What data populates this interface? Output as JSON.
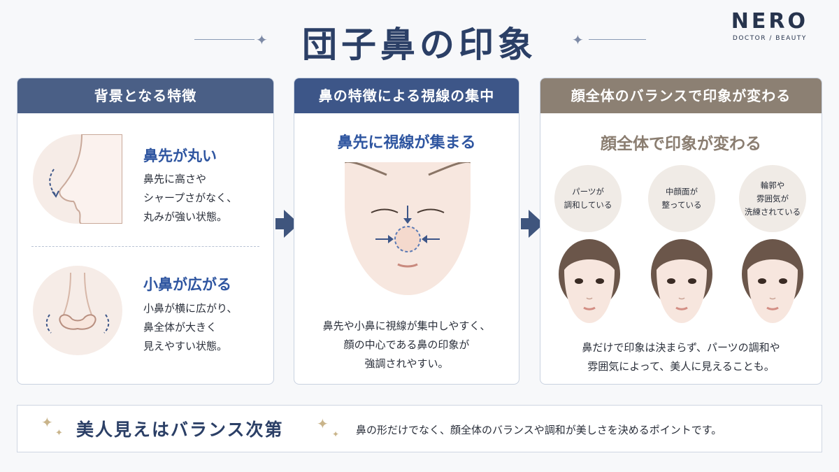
{
  "header": {
    "title": "団子鼻の印象",
    "brand": {
      "name": "NERO",
      "sub": "DOCTOR / BEAUTY"
    }
  },
  "panel1": {
    "heading": "背景となる特徴",
    "features": [
      {
        "title": "鼻先が丸い",
        "text": "鼻先に高さや\nシャープさがなく、\n丸みが強い状態。"
      },
      {
        "title": "小鼻が広がる",
        "text": "小鼻が横に広がり、\n鼻全体が大きく\n見えやすい状態。"
      }
    ]
  },
  "panel2": {
    "heading": "鼻の特徴による視線の集中",
    "subtitle": "鼻先に視線が集まる",
    "text": "鼻先や小鼻に視線が集中しやすく、\n顔の中心である鼻の印象が\n強調されやすい。"
  },
  "panel3": {
    "heading": "顔全体のバランスで印象が変わる",
    "subtitle": "顔全体で印象が変わる",
    "bubbles": [
      "パーツが\n調和している",
      "中顔面が\n整っている",
      "輪郭や\n雰囲気が\n洗練されている"
    ],
    "text": "鼻だけで印象は決まらず、パーツの調和や\n雰囲気によって、美人に見えることも。"
  },
  "footer": {
    "title": "美人見えはバランス次第",
    "text": "鼻の形だけでなく、顔全体のバランスや調和が美しさを決めるポイントです。"
  },
  "colors": {
    "navy": "#2b3f66",
    "accent_blue": "#2e55a0",
    "panel1_head": "#4a5f86",
    "panel2_head": "#3d5688",
    "panel3_head": "#8c8073",
    "skin": "#f6ece7"
  }
}
